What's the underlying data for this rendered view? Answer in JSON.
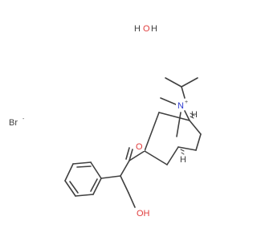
{
  "molecule": {
    "atoms": {
      "nitrogen": "N",
      "nitrogen_charge": "+",
      "stereo_h": "H",
      "carbonyl_oxygen": "O",
      "hydroxyl": "OH",
      "bromide": "Br",
      "bromide_charge": "-",
      "water_h1": "H",
      "water_o": "O",
      "water_h2": "H"
    }
  },
  "colors": {
    "bond": "#404040",
    "oxygen": "#e03c3c",
    "nitrogen": "#2c3ad0",
    "background": "#ffffff"
  }
}
